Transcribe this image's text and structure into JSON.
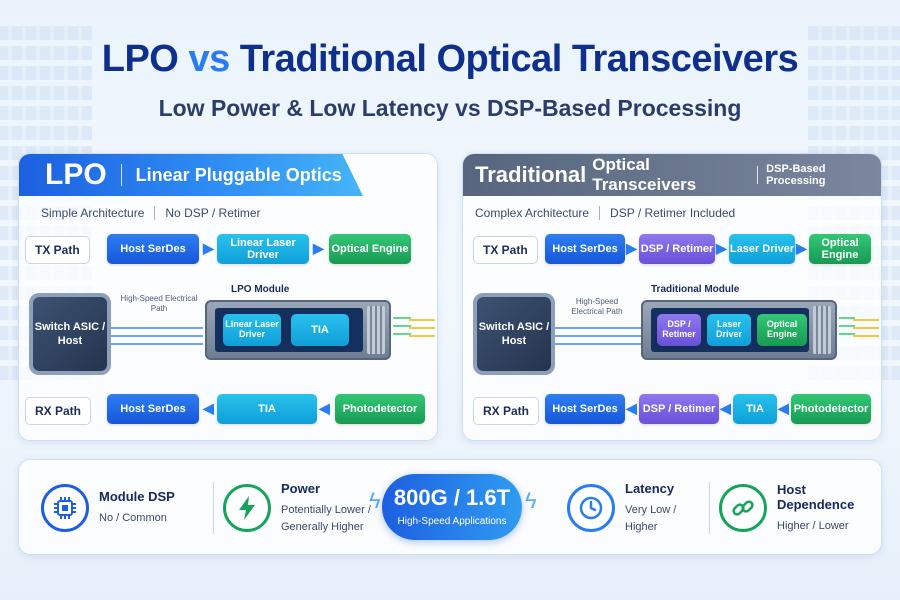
{
  "header": {
    "title_lpo": "LPO",
    "title_vs": "vs",
    "title_rest": "Traditional Optical Transceivers",
    "subtitle": "Low Power & Low Latency vs DSP-Based Processing"
  },
  "lpo": {
    "banner_short": "LPO",
    "banner_full": "Linear Pluggable Optics",
    "arch_left": "Simple Architecture",
    "arch_right": "No DSP / Retimer",
    "tx_label": "TX Path",
    "tx": [
      "Host SerDes",
      "Linear Laser Driver",
      "Optical Engine"
    ],
    "asic": "Switch ASIC / Host",
    "electrical": "High-Speed Electrical Path",
    "module_label": "LPO Module",
    "module_blocks": [
      "Linear Laser Driver",
      "TIA"
    ],
    "rx_label": "RX Path",
    "rx": [
      "Host SerDes",
      "TIA",
      "Photodetector"
    ]
  },
  "trad": {
    "banner_short": "Traditional",
    "banner_full": "Optical Transceivers",
    "banner_tag": "DSP-Based Processing",
    "arch_left": "Complex Architecture",
    "arch_right": "DSP / Retimer Included",
    "tx_label": "TX Path",
    "tx": [
      "Host SerDes",
      "DSP / Retimer",
      "Laser Driver",
      "Optical Engine"
    ],
    "asic": "Switch ASIC / Host",
    "electrical": "High-Speed Electrical Path",
    "module_label": "Traditional Module",
    "module_blocks": [
      "DSP / Retimer",
      "Laser Driver",
      "Optical Engine"
    ],
    "rx_label": "RX Path",
    "rx": [
      "Host SerDes",
      "DSP / Retimer",
      "TIA",
      "Photodetector"
    ]
  },
  "metrics": [
    {
      "title": "Module DSP",
      "value": "No / Common",
      "icon": "chip-icon",
      "color": "#1d5fe0"
    },
    {
      "title": "Power",
      "value": "Potentially Lower / Generally Higher",
      "icon": "lightning-icon",
      "color": "#17a35a"
    },
    {
      "title": "Latency",
      "value": "Very Low / Higher",
      "icon": "clock-icon",
      "color": "#2a7df0"
    },
    {
      "title": "Host Dependence",
      "value": "Higher / Lower",
      "icon": "link-icon",
      "color": "#17a35a"
    }
  ],
  "speed": {
    "value": "800G / 1.6T",
    "caption": "High-Speed Applications"
  },
  "colors": {
    "brand_blue": "#1d5fe0",
    "cyan": "#109fd9",
    "green": "#179a52",
    "purple": "#6a4fd8",
    "gray_banner": "#57657e"
  }
}
